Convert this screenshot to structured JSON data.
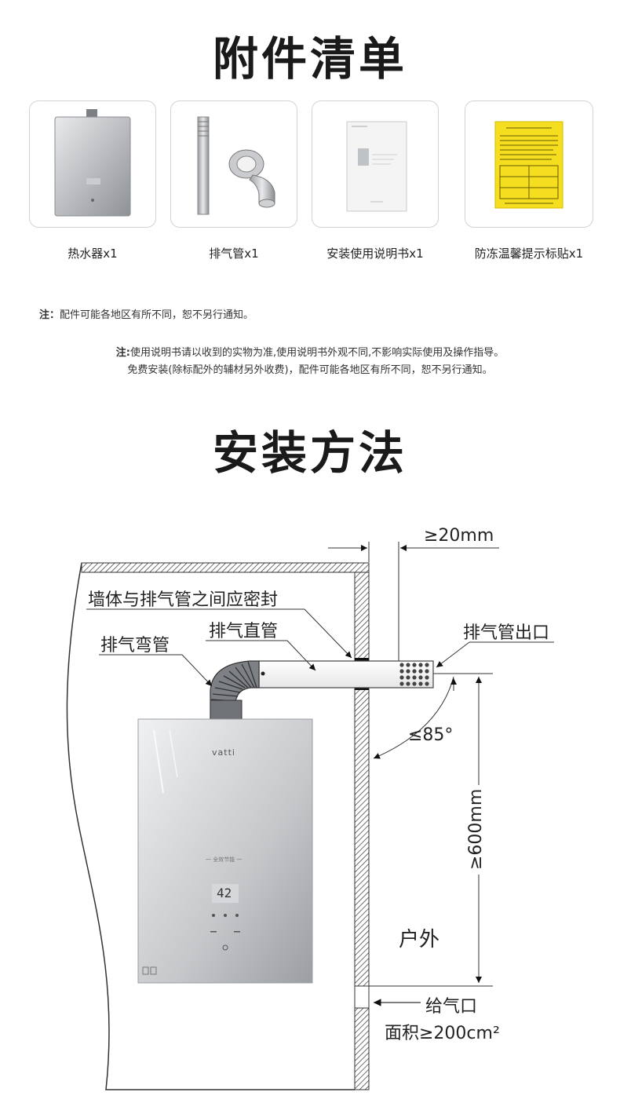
{
  "section1": {
    "title": "附件清单",
    "items": [
      {
        "label": "热水器x1"
      },
      {
        "label": "排气管x1"
      },
      {
        "label": "安装使用说明书x1"
      },
      {
        "label": "防冻温馨提示标贴x1"
      }
    ],
    "note1_prefix": "注：",
    "note1_text": "配件可能各地区有所不同，恕不另行通知。",
    "note2_prefix": "注:",
    "note2_line1": "使用说明书请以收到的实物为准,使用说明书外观不同,不影响实际使用及操作指导。",
    "note2_line2": "免费安装(除标配外的辅材另外收费)，配件可能各地区有所不同，恕不另行通知。"
  },
  "section2": {
    "title": "安装方法",
    "labels": {
      "clearance": "≥20mm",
      "wall_seal": "墙体与排气管之间应密封",
      "straight_pipe": "排气直管",
      "elbow_pipe": "排气弯管",
      "outlet": "排气管出口",
      "angle": "≤85°",
      "height": "≥600mm",
      "outdoor": "户外",
      "air_inlet": "给气口",
      "area": "面积≥200cm²"
    },
    "heater": {
      "brand": "vatti",
      "display": "42",
      "mode": "一 全效节能 一"
    }
  }
}
